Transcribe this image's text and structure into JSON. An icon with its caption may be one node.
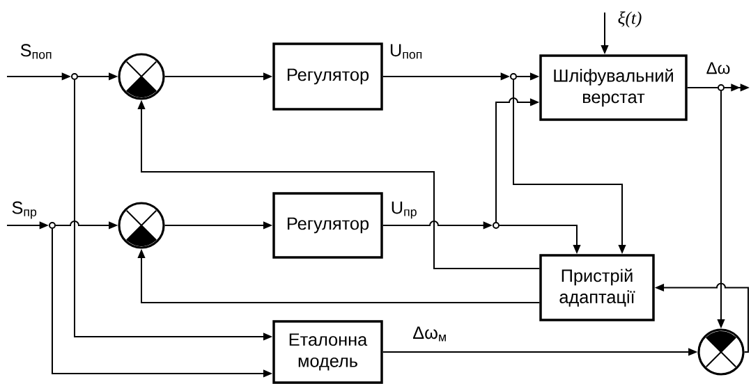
{
  "diagram": {
    "nodes": [
      {
        "text": [],
        "shape": "circle"
      },
      {
        "text": [],
        "shape": "circle"
      },
      {
        "text": [
          "Регулятор"
        ]
      },
      {
        "text": [],
        "shape": "circle"
      },
      {
        "text": [
          "Шліфувальний верстат"
        ]
      },
      {
        "text": [],
        "shape": "circle"
      },
      {
        "text": [],
        "shape": "circle"
      },
      {
        "text": [],
        "shape": "circle"
      },
      {
        "text": [
          "Регулятор"
        ]
      },
      {
        "text": [],
        "shape": "circle"
      },
      {
        "text": [
          "Пристрій адаптації"
        ]
      },
      {
        "text": [
          "Еталонна модель"
        ]
      },
      {
        "text": [],
        "shape": "circle"
      }
    ],
    "edges": [
      {
        "from": null,
        "to": 0,
        "arrow": "to",
        "label": "S$_{поп}$"
      },
      {
        "from": 0,
        "to": 1,
        "arrow": "to"
      },
      {
        "from": 1,
        "to": 2,
        "arrow": "to"
      },
      {
        "from": 2,
        "to": 3,
        "arrow": "to",
        "label": "U$_{поп}$"
      },
      {
        "from": 3,
        "to": 4,
        "arrow": "to"
      },
      {
        "from": 9,
        "to": 4,
        "arrow": "to"
      },
      {
        "from": null,
        "to": 4,
        "arrow": "to",
        "label": "ξ(t)"
      },
      {
        "from": 4,
        "to": 5,
        "arrow": "none"
      },
      {
        "from": 5,
        "to": null,
        "arrow": "to",
        "label": "Δω"
      },
      {
        "from": 5,
        "to": 12,
        "arrow": "to"
      },
      {
        "from": 3,
        "to": 10,
        "arrow": "to"
      },
      {
        "from": null,
        "to": 6,
        "arrow": "to",
        "label": "S$_{пр}$"
      },
      {
        "from": 6,
        "to": 7,
        "arrow": "to"
      },
      {
        "from": 0,
        "to": 11,
        "arrow": "to"
      },
      {
        "from": 6,
        "to": 11,
        "arrow": "to"
      },
      {
        "from": 7,
        "to": 8,
        "arrow": "to"
      },
      {
        "from": 8,
        "to": 9,
        "arrow": "to",
        "label": "U$_{пр}$"
      },
      {
        "from": 9,
        "to": 10,
        "arrow": "to"
      },
      {
        "from": 10,
        "to": 1,
        "arrow": "to"
      },
      {
        "from": 10,
        "to": 7,
        "arrow": "to"
      },
      {
        "from": 12,
        "to": 10,
        "arrow": "to"
      },
      {
        "from": 11,
        "to": 12,
        "arrow": "to",
        "label": "Δω$_{м}$"
      }
    ]
  }
}
